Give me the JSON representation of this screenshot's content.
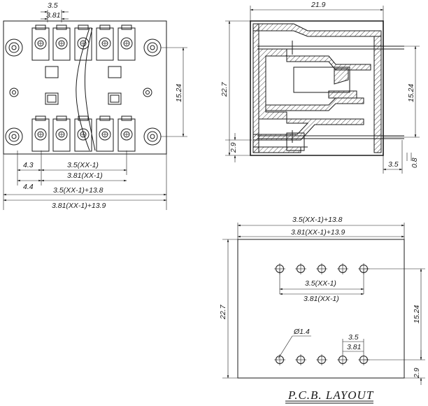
{
  "front_view": {
    "pitch_350": "3.5",
    "pitch_381": "3.81",
    "height_1524": "15.24",
    "offset_43": "4.3",
    "offset_44": "4.4",
    "span_35": "3.5(XX-1)",
    "span_381": "3.81(XX-1)",
    "overall_35": "3.5(XX-1)+13.8",
    "overall_381": "3.81(XX-1)+13.9"
  },
  "side_view": {
    "width_219": "21.9",
    "height_227": "22.7",
    "height_1524": "15.24",
    "offset_29": "2.9",
    "pin_35": "3.5",
    "pin_08": "0.8"
  },
  "pcb_layout": {
    "overall_35": "3.5(XX-1)+13.8",
    "overall_381": "3.81(XX-1)+13.9",
    "span_35": "3.5(XX-1)",
    "span_381": "3.81(XX-1)",
    "height_227": "22.7",
    "height_1524": "15.24",
    "offset_29": "2.9",
    "hole_dia": "Ø1.4",
    "pitch_35": "3.5",
    "pitch_381": "3.81",
    "title": "P.C.B. LAYOUT"
  }
}
